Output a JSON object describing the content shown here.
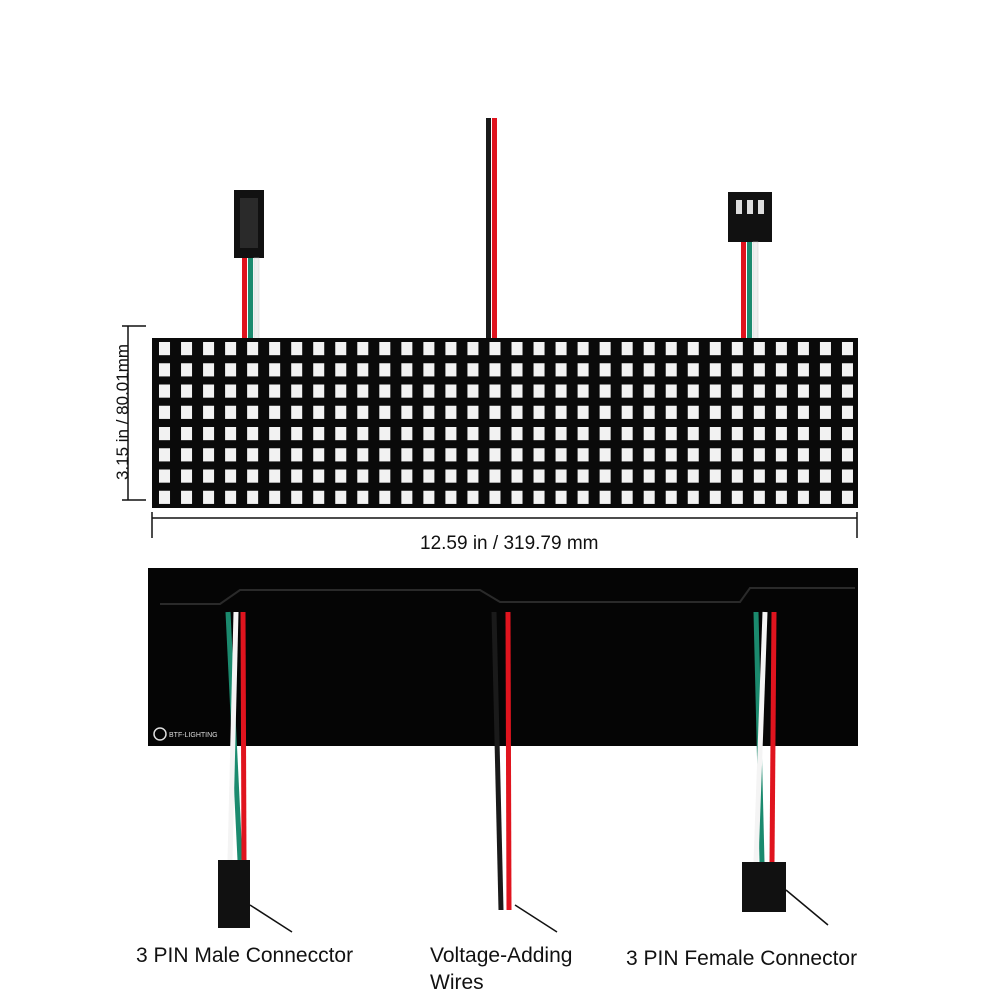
{
  "dimensions": {
    "height": "3.15 in / 80.01mm",
    "width": "12.59 in / 319.79 mm"
  },
  "matrix": {
    "columns": 32,
    "rows": 8,
    "board_color": "#0a0a0a",
    "led_color": "#f2f2f2"
  },
  "brand": "BTF-LIGHTING",
  "wire_colors": {
    "red": "#e0141e",
    "green": "#1b8a6e",
    "white": "#f4f4f4",
    "black": "#1a1a1a"
  },
  "labels": {
    "male": "3 PIN Male Connecctor",
    "voltage_line1": "Voltage-Adding",
    "voltage_line2": "Wires",
    "female": "3 PIN Female Connector"
  }
}
